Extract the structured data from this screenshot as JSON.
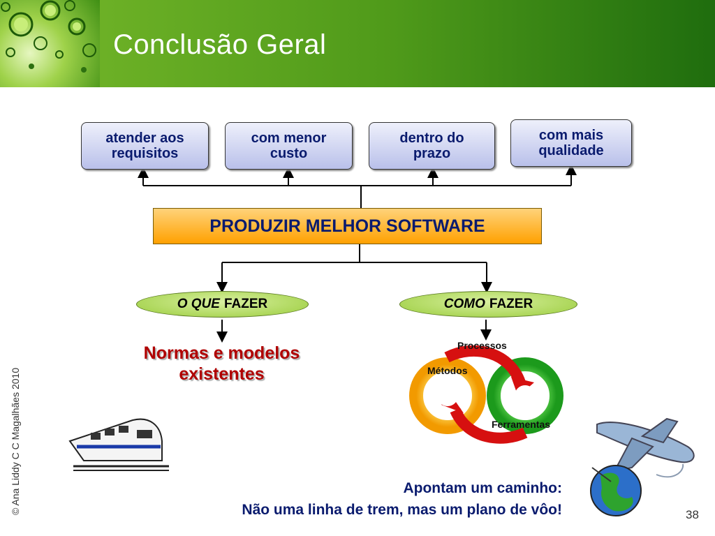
{
  "header": {
    "title": "Conclusão Geral"
  },
  "goals": [
    {
      "label_line1": "atender aos",
      "label_line2": "requisitos"
    },
    {
      "label_line1": "com menor",
      "label_line2": "custo"
    },
    {
      "label_line1": "dentro do",
      "label_line2": "prazo"
    },
    {
      "label_line1": "com mais",
      "label_line2": "qualidade"
    }
  ],
  "main": {
    "label": "PRODUZIR MELHOR SOFTWARE"
  },
  "what": {
    "emphasis": "O QUE",
    "rest": "FAZER"
  },
  "how": {
    "emphasis": "COMO",
    "rest": "FAZER"
  },
  "norms": {
    "line1": "Normas e modelos",
    "line2": "existentes"
  },
  "cycle": {
    "processes": "Processos",
    "methods": "Métodos",
    "tools": "Ferramentas"
  },
  "conclusion": {
    "line1": "Apontam um caminho:",
    "line2": "Não uma linha de trem, mas um plano de vôo!"
  },
  "footer": {
    "copyright": "© Ana Liddy C C Magalhães 2010",
    "page": "38"
  },
  "colors": {
    "header_green": "#4f9a1a",
    "box_text": "#0a1b6e",
    "goal_orange": "#ffa100",
    "norms_red": "#b00000"
  },
  "icons": [
    "train-icon",
    "airplane-icon",
    "globe-icon",
    "header-dewdrops-image"
  ]
}
